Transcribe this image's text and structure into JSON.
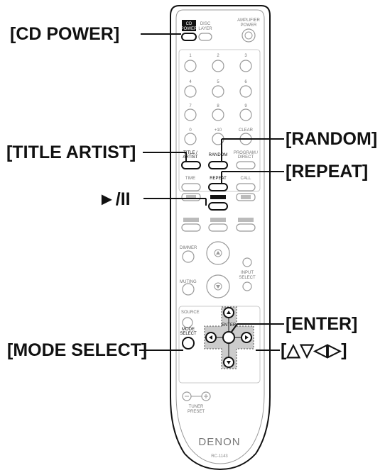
{
  "callouts": {
    "cd_power": "[CD POWER]",
    "title_artist": "[TITLE ARTIST]",
    "random": "[RANDOM]",
    "repeat": "[REPEAT]",
    "play_pause": "►/II",
    "enter": "[ENTER]",
    "mode_select": "[MODE SELECT]",
    "cursor": "[△▽◁▷]"
  },
  "remote": {
    "cd_power": [
      "CD",
      "POWER"
    ],
    "disc_layer": [
      "DISC",
      "LAYER"
    ],
    "amplifier_power": [
      "AMPLIFIER",
      "POWER"
    ],
    "numbers": [
      "1",
      "2",
      "3",
      "4",
      "5",
      "6",
      "7",
      "8",
      "9",
      "0",
      "+10",
      "CLEAR"
    ],
    "title_artist": [
      "TITLE /",
      "ARTIST"
    ],
    "random": "RANDOM",
    "program_direct": [
      "PROGRAM /",
      "DIRECT"
    ],
    "time": "TIME",
    "repeat": "REPEAT",
    "call": "CALL",
    "dimmer": "DIMMER",
    "muting": "MUTING",
    "input_select": [
      "INPUT",
      "SELECT"
    ],
    "source": "SOURCE",
    "mode_select": [
      "MODE",
      "SELECT"
    ],
    "enter": "ENTER",
    "tuner_preset": [
      "TUNER",
      "PRESET"
    ],
    "brand": "DENON",
    "model": "RC-1143"
  },
  "colors": {
    "outline": "#111111",
    "gray": "#999999",
    "highlight": "#cccccc"
  }
}
